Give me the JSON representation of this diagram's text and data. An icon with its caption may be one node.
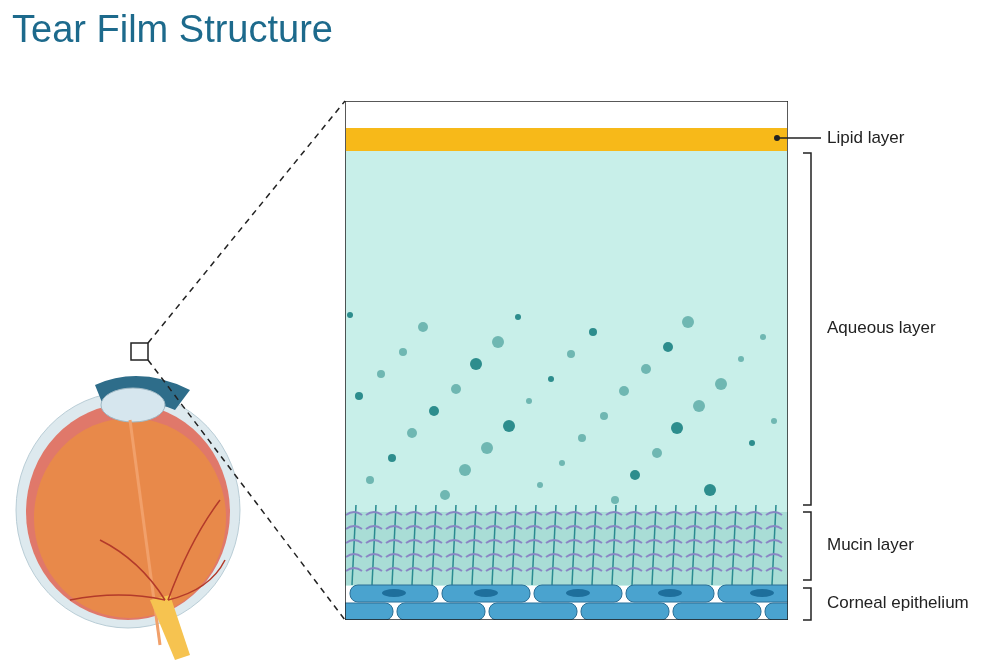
{
  "diagram": {
    "title": "Tear Film Structure",
    "nodes": [
      {
        "text": [
          "Lipid layer"
        ]
      },
      {
        "text": [],
        "shape": "bar"
      }
    ],
    "edges": [
      {
        "from": 0,
        "to": 1,
        "arrow": "other"
      }
    ],
    "labels": [
      "Aqueous layer",
      "Mucin layer",
      "Corneal epithelium"
    ]
  }
}
